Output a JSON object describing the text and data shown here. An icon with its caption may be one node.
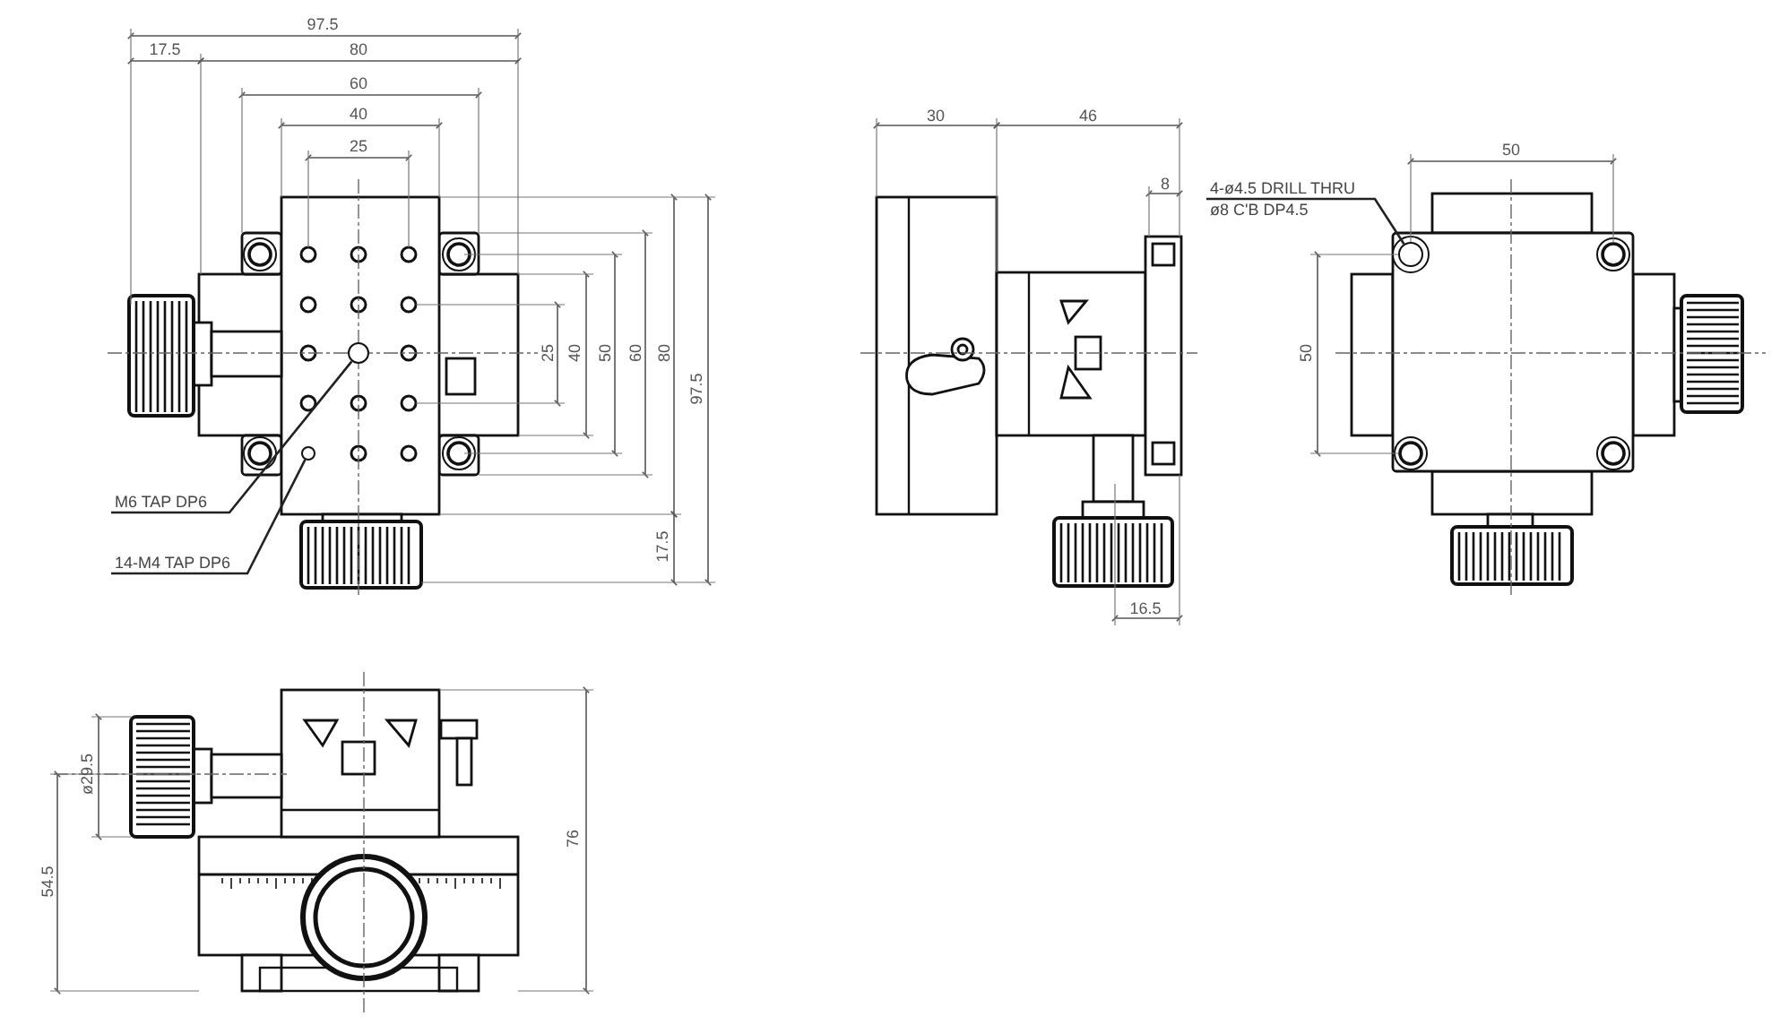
{
  "diagram": {
    "nodes": [
      {
        "text": [
          "M6 TAP DP6"
        ]
      },
      {
        "text": [
          "14-M4 TAP DP6"
        ]
      },
      {
        "text": [
          "4-ø4.5 DRILL THRU",
          "ø8 C'B DP4.5"
        ]
      },
      {
        "text": [],
        "shape": "circle"
      },
      {
        "text": [],
        "shape": "circle"
      },
      {
        "text": [],
        "shape": "circle"
      }
    ],
    "edges": [
      {
        "from": 0,
        "to": 3,
        "arrow": "none"
      },
      {
        "from": 1,
        "to": 4,
        "arrow": "none"
      },
      {
        "from": 2,
        "to": 5,
        "arrow": "none"
      }
    ],
    "labels": [
      "97.5",
      "17.5",
      "80",
      "60",
      "40",
      "25",
      "25",
      "40",
      "50",
      "60",
      "80",
      "97.5",
      "17.5",
      "30",
      "46",
      "8",
      "16.5",
      "50",
      "50",
      "ø29.5",
      "54.5",
      "76"
    ]
  }
}
